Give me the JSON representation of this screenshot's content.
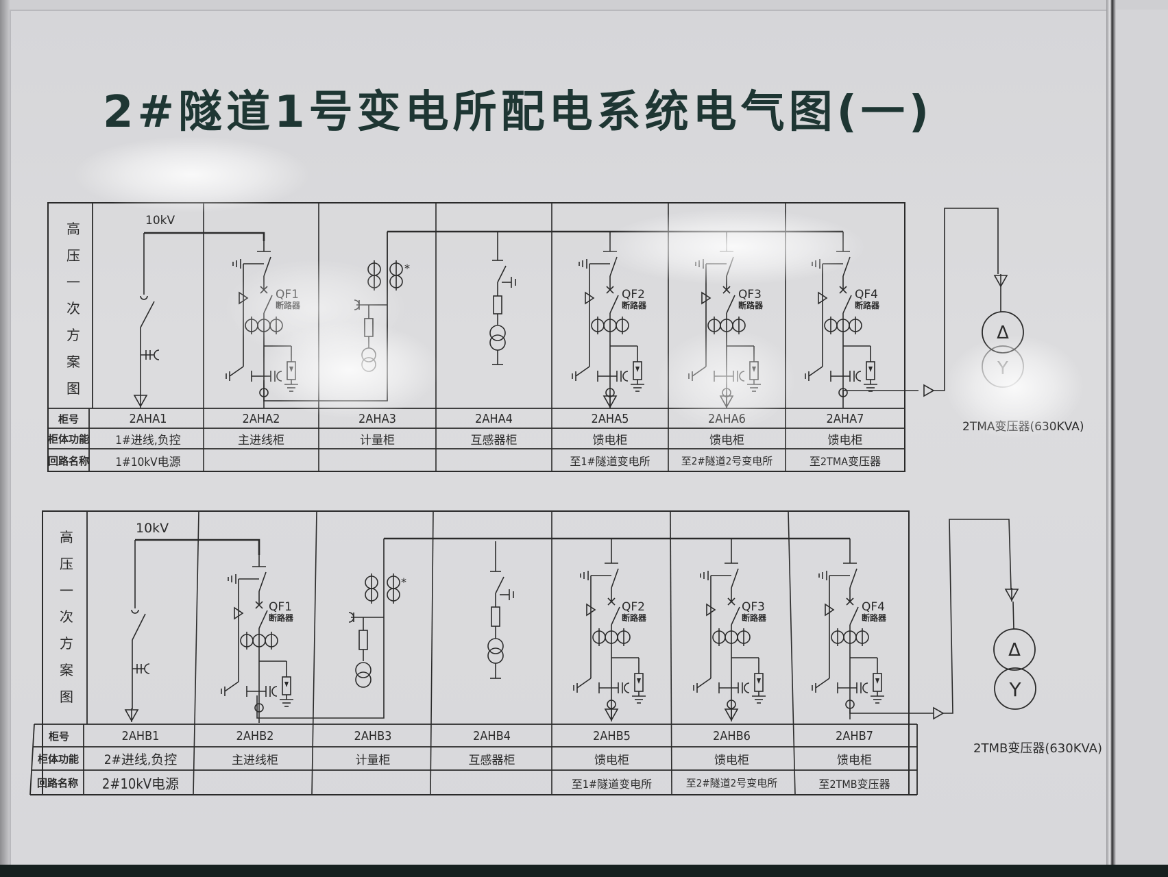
{
  "title": "2#隧道1号变电所配电系统电气图(一)",
  "colors": {
    "title": "#1e3633",
    "board": "#d8d8db",
    "line": "#2a2a2a"
  },
  "upper": {
    "side_label": [
      "高",
      "压",
      "一",
      "次",
      "方",
      "案",
      "图"
    ],
    "bus_voltage": "10kV",
    "row_headers": {
      "cabinet_no": "柜号",
      "function": "柜体功能",
      "circuit": "回路名称"
    },
    "cabinets": [
      {
        "id": "2AHA1",
        "function": "1#进线,负控",
        "circuit": "1#10kV电源"
      },
      {
        "id": "2AHA2",
        "function": "主进线柜",
        "circuit": ""
      },
      {
        "id": "2AHA3",
        "function": "计量柜",
        "circuit": ""
      },
      {
        "id": "2AHA4",
        "function": "互感器柜",
        "circuit": ""
      },
      {
        "id": "2AHA5",
        "function": "馈电柜",
        "circuit": "至1#隧道变电所"
      },
      {
        "id": "2AHA6",
        "function": "馈电柜",
        "circuit": "至2#隧道2号变电所"
      },
      {
        "id": "2AHA7",
        "function": "馈电柜",
        "circuit": "至2TMA变压器"
      }
    ],
    "breakers": [
      {
        "name": "QF1",
        "type": "断路器"
      },
      {
        "name": "QF2",
        "type": "断路器"
      },
      {
        "name": "QF3",
        "type": "断路器"
      },
      {
        "name": "QF4",
        "type": "断路器"
      }
    ],
    "transformer": {
      "label": "2TMA变压器(630KVA)",
      "primary": "Δ",
      "secondary": "Y"
    }
  },
  "lower": {
    "side_label": [
      "高",
      "压",
      "一",
      "次",
      "方",
      "案",
      "图"
    ],
    "bus_voltage": "10kV",
    "row_headers": {
      "cabinet_no": "柜号",
      "function": "柜体功能",
      "circuit": "回路名称"
    },
    "cabinets": [
      {
        "id": "2AHB1",
        "function": "2#进线,负控",
        "circuit": "2#10kV电源"
      },
      {
        "id": "2AHB2",
        "function": "主进线柜",
        "circuit": ""
      },
      {
        "id": "2AHB3",
        "function": "计量柜",
        "circuit": ""
      },
      {
        "id": "2AHB4",
        "function": "互感器柜",
        "circuit": ""
      },
      {
        "id": "2AHB5",
        "function": "馈电柜",
        "circuit": "至1#隧道变电所"
      },
      {
        "id": "2AHB6",
        "function": "馈电柜",
        "circuit": "至2#隧道2号变电所"
      },
      {
        "id": "2AHB7",
        "function": "馈电柜",
        "circuit": "至2TMB变压器"
      }
    ],
    "breakers": [
      {
        "name": "QF1",
        "type": "断路器"
      },
      {
        "name": "QF2",
        "type": "断路器"
      },
      {
        "name": "QF3",
        "type": "断路器"
      },
      {
        "name": "QF4",
        "type": "断路器"
      }
    ],
    "transformer": {
      "label": "2TMB变压器(630KVA)",
      "primary": "Δ",
      "secondary": "Y"
    }
  }
}
